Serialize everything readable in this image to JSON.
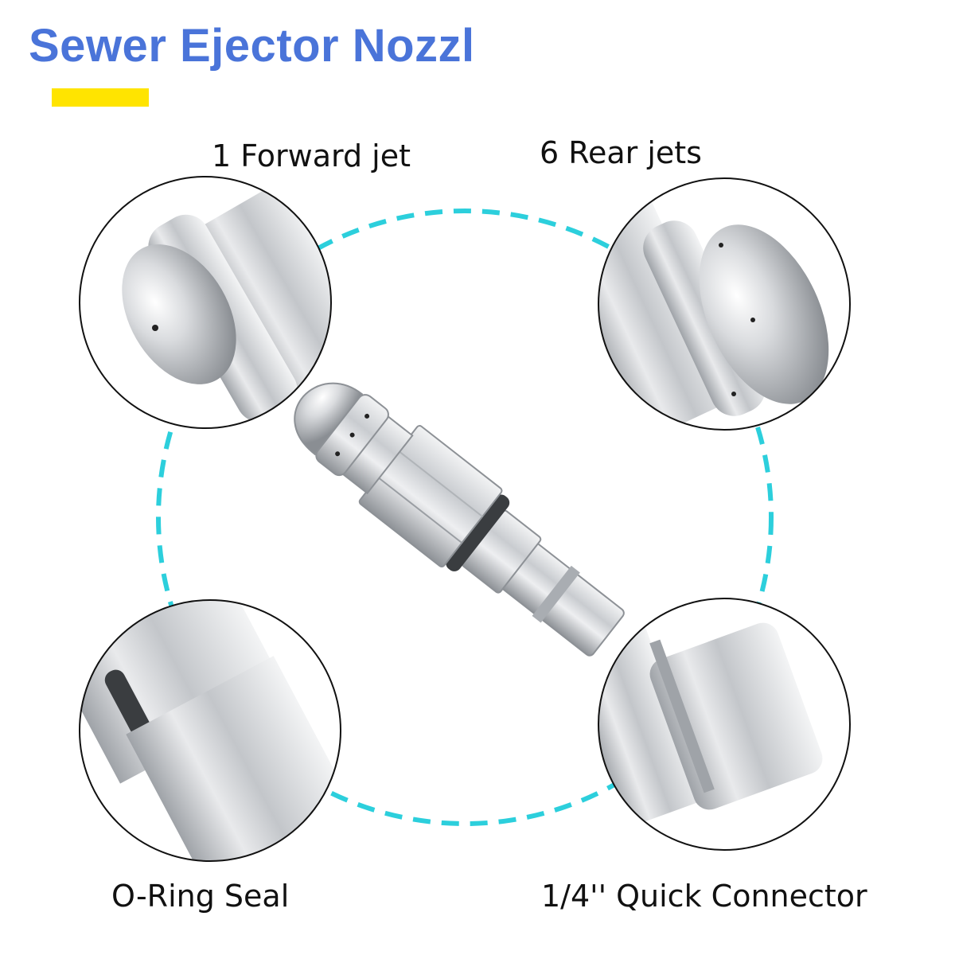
{
  "title": "Sewer Ejector Nozzl",
  "colors": {
    "title": "#4a74d9",
    "accent_bar": "#ffe400",
    "dashed_ring": "#2ccfdc",
    "steel": "#c7cace",
    "oring": "#3a3d40"
  },
  "callouts": [
    {
      "label": "1 Forward jet",
      "icon": "forward-jet-closeup"
    },
    {
      "label": "6 Rear jets",
      "icon": "rear-jets-closeup"
    },
    {
      "label": "O-Ring Seal",
      "icon": "o-ring-closeup"
    },
    {
      "label": "1/4'' Quick Connector",
      "icon": "quick-connector-closeup"
    }
  ]
}
